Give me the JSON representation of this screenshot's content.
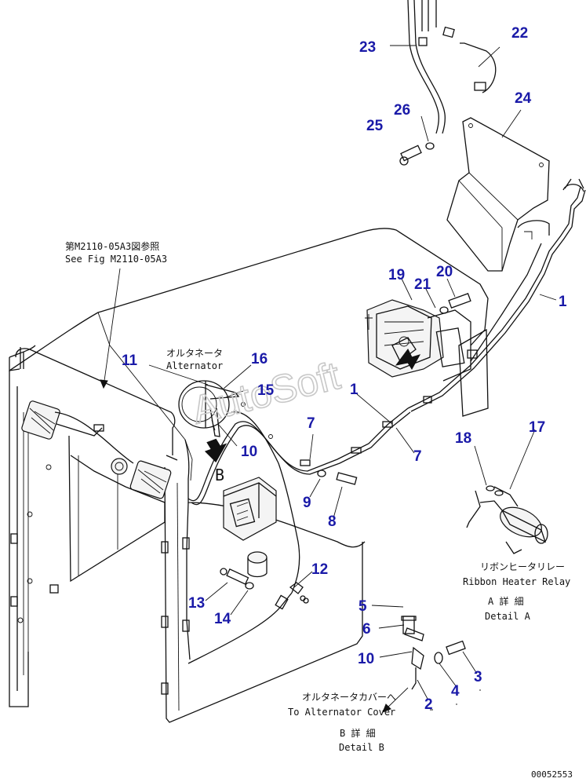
{
  "diagram": {
    "reference": {
      "ja": "第M2110-05A3図参照",
      "en": "See Fig M2110-05A3"
    },
    "alternator": {
      "ja": "オルタネータ",
      "en": "Alternator"
    },
    "relay": {
      "ja": "リボンヒータリレー",
      "en": "Ribbon Heater Relay"
    },
    "detail_a": {
      "ja": "A 詳 細",
      "en": "Detail A"
    },
    "alt_cover": {
      "ja": "オルタネータカバーへ",
      "en": "To Alternator Cover"
    },
    "detail_b": {
      "ja": "B 詳 細",
      "en": "Detail B"
    },
    "view_b": "B",
    "watermark": "AutoSoft",
    "figure_number": "00052553",
    "callouts": {
      "c1a": "1",
      "c1b": "1",
      "c2": "2",
      "c3": "3",
      "c4": "4",
      "c5": "5",
      "c6": "6",
      "c7a": "7",
      "c7b": "7",
      "c8": "8",
      "c9": "9",
      "c10a": "10",
      "c10b": "10",
      "c11": "11",
      "c12": "12",
      "c13": "13",
      "c14": "14",
      "c15": "15",
      "c16": "16",
      "c17": "17",
      "c18": "18",
      "c19": "19",
      "c20": "20",
      "c21": "21",
      "c22": "22",
      "c23": "23",
      "c24": "24",
      "c25": "25",
      "c26": "26"
    }
  }
}
